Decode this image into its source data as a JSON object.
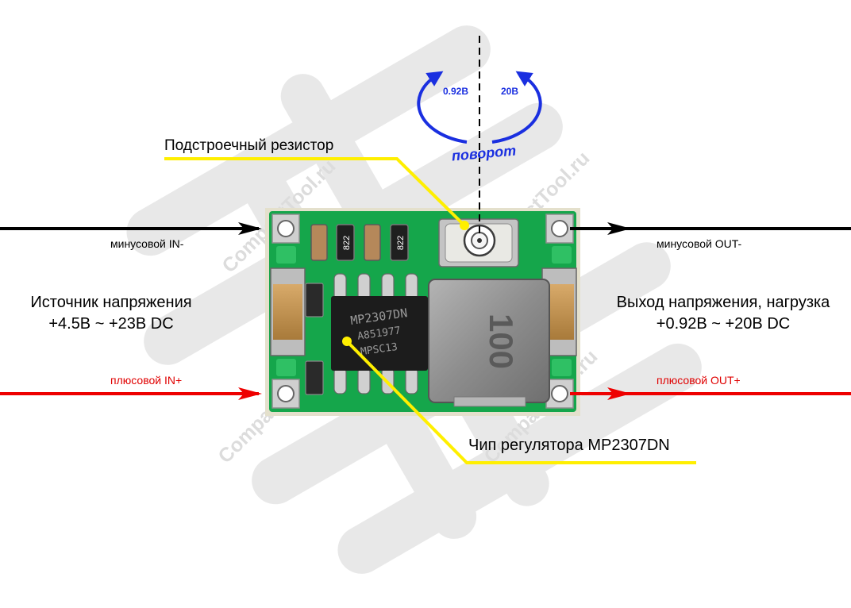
{
  "watermark": {
    "text": "CompactTool.ru"
  },
  "rotation": {
    "min_label": "0.92В",
    "max_label": "20В",
    "caption": "поворот"
  },
  "callouts": {
    "trimmer": "Подстроечный резистор",
    "chip": "Чип регулятора MP2307DN"
  },
  "inputs": {
    "minus": "минусовой IN-",
    "plus": "плюсовой IN+",
    "source_line1": "Источник напряжения",
    "source_line2": "+4.5В ~ +23В DC"
  },
  "outputs": {
    "minus": "минусовой OUT-",
    "plus": "плюсовой OUT+",
    "load_line1": "Выход напряжения, нагрузка",
    "load_line2": "+0.92В ~ +20В DC"
  },
  "board": {
    "resistor_codes": [
      "822",
      "822"
    ],
    "inductor_marking": "100",
    "chip_marking_line1": "MP2307DN",
    "chip_marking_line2": "A851977",
    "chip_marking_line3": "MPSC13"
  },
  "colors": {
    "board": "#15a64b",
    "callout_line": "#ffef00",
    "rotation_arrow": "#1a2fe0",
    "plus_wire": "#ee0000",
    "minus_wire": "#000000",
    "plus_text": "#e00000"
  }
}
